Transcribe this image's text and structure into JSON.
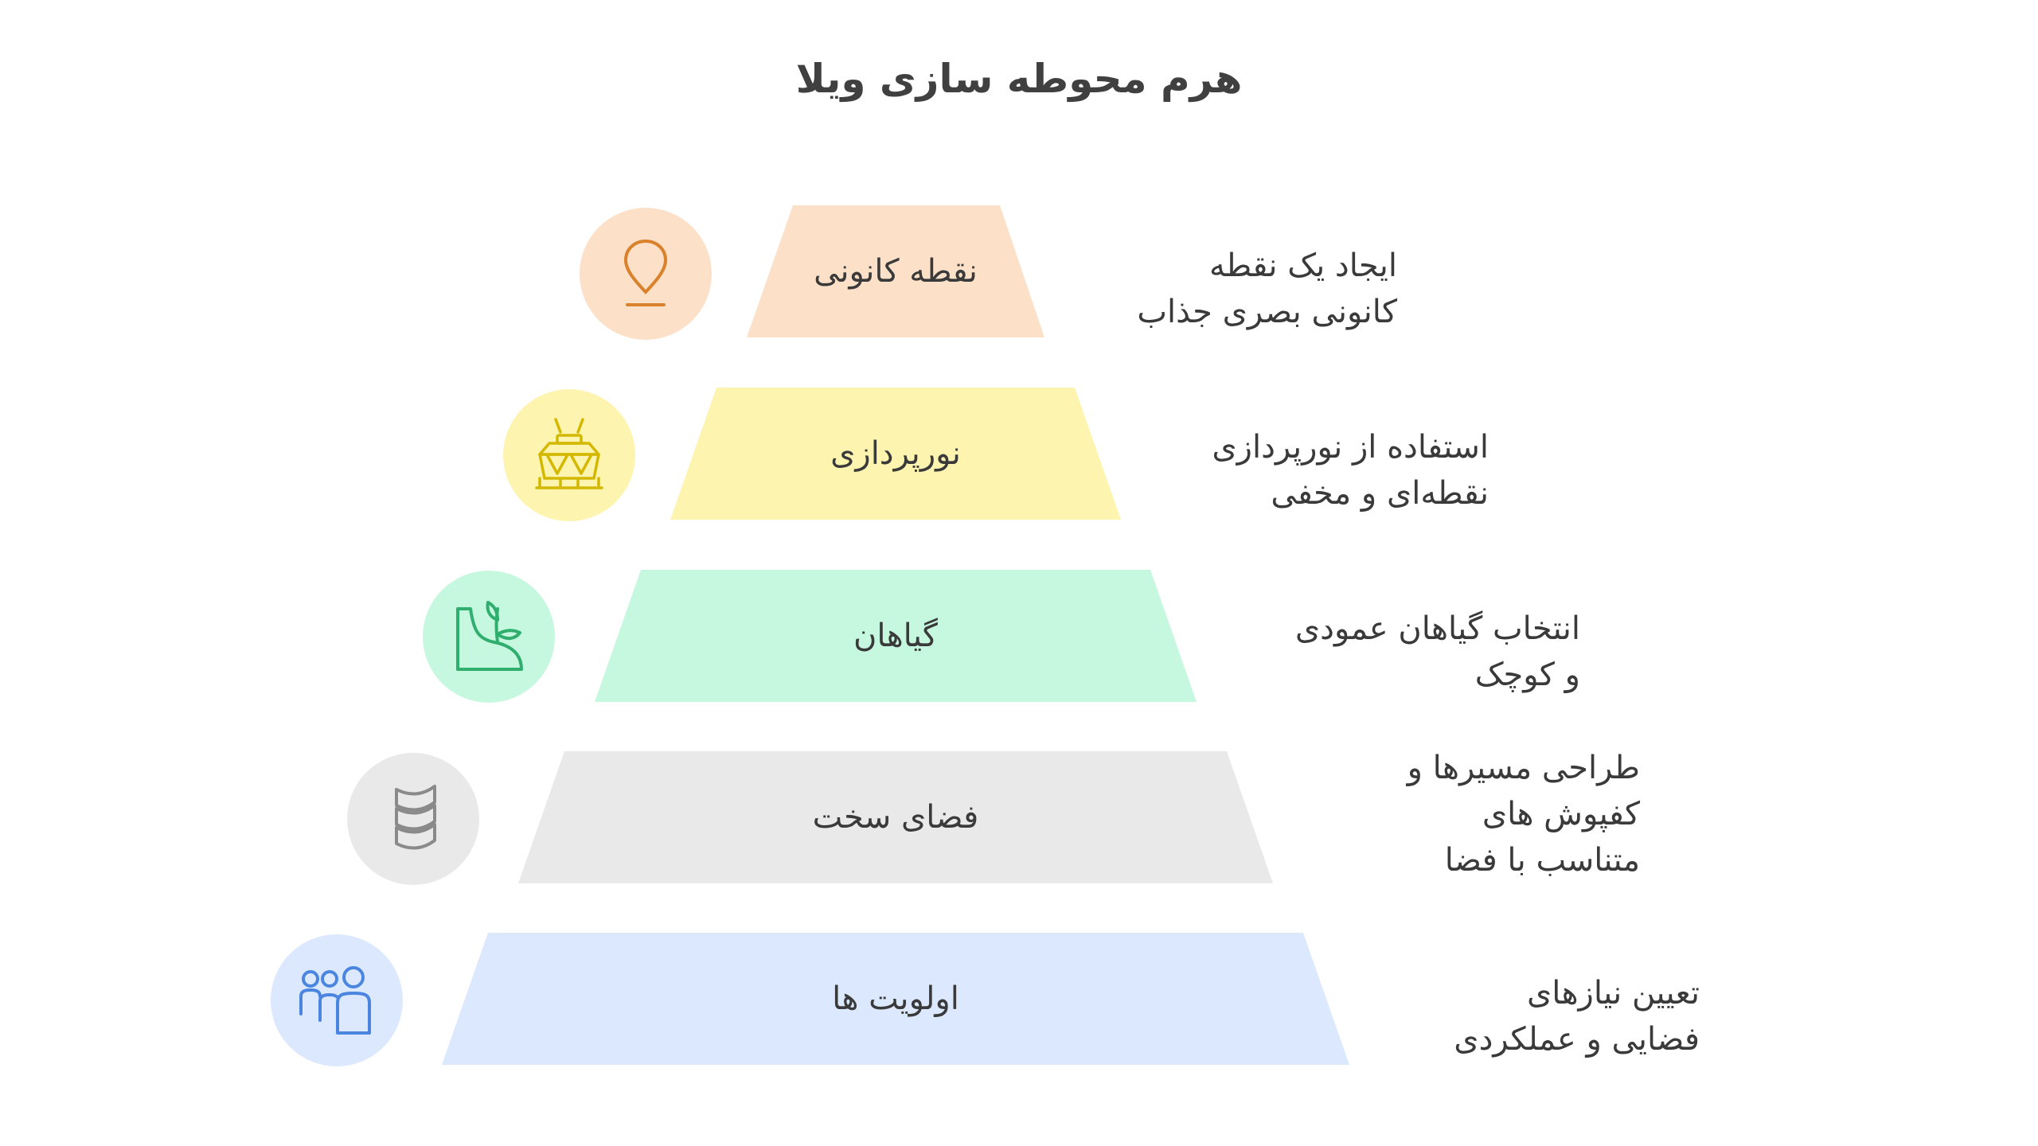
{
  "title": "هرم محوطه سازی ویلا",
  "levels": [
    {
      "label": "نقطه کانونی",
      "description": [
        "ایجاد یک نقطه",
        "کانونی بصری جذاب"
      ],
      "icon": "map-pin-icon",
      "color": "#fde0c8",
      "icon_bg": "#fde0c8",
      "icon_color": "#d9822b"
    },
    {
      "label": "نورپردازی",
      "description": [
        "استفاده از نورپردازی",
        "نقطه‌ای و مخفی"
      ],
      "icon": "light-fixture-icon",
      "color": "#fdf4b0",
      "icon_bg": "#fdf4b0",
      "icon_color": "#d4b800"
    },
    {
      "label": "گیاهان",
      "description": [
        "انتخاب گیاهان عمودی",
        "و کوچک"
      ],
      "icon": "plant-icon",
      "color": "#c6f8e0",
      "icon_bg": "#c6f8e0",
      "icon_color": "#2fae6e"
    },
    {
      "label": "فضای سخت",
      "description": [
        "طراحی مسیرها و",
        "کفپوش های",
        "متناسب با فضا"
      ],
      "icon": "stacked-layers-icon",
      "color": "#e9e9e9",
      "icon_bg": "#e9e9e9",
      "icon_color": "#8a8a8a"
    },
    {
      "label": "اولویت ها",
      "description": [
        "تعیین نیازهای",
        "فضایی و عملکردی"
      ],
      "icon": "family-icon",
      "color": "#dce8fd",
      "icon_bg": "#dce8fd",
      "icon_color": "#4a86e0"
    }
  ]
}
